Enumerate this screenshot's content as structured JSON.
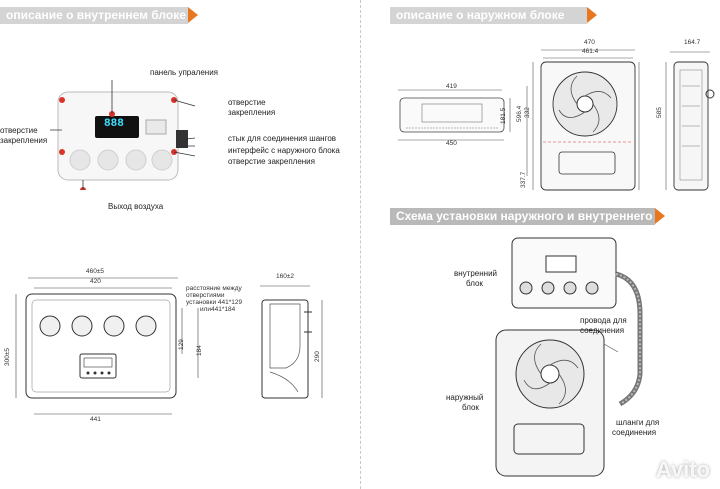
{
  "headers": {
    "indoor": "описание о внутреннем блоке",
    "outdoor": "описание о наружном блоке",
    "install": "Схема установки наружного и внутреннего блоков"
  },
  "indoor_callouts": {
    "panel": "панель упраления",
    "hole_right_1": "отверстие",
    "hole_right_2": "закрепления",
    "hole_left_1": "отверстие",
    "hole_left_2": "закрепления",
    "hose_joint": "стык для соединения шангов",
    "interface": "интерфейс с наружного блока",
    "fix_hole": "отверстие закрепления",
    "air_out": "Выход воздуха"
  },
  "outdoor_dims": {
    "top_w": "419",
    "top_d": "450",
    "front_w1": "470",
    "front_w2": "461.4",
    "front_h1": "596.4",
    "front_h2": "332",
    "front_h3": "181.5",
    "front_h4": "337.7",
    "side_w": "164.7",
    "side_h": "585"
  },
  "indoor_dims": {
    "w_total": "460±5",
    "w_inner": "420",
    "w_bottom": "441",
    "h_left": "300±5",
    "h_129": "129",
    "h_184": "184",
    "h_290": "290",
    "side_w": "160±2",
    "note_1": "расстояние между",
    "note_2": "отверстиями",
    "note_3": "установки 441*129",
    "note_4": "или441*184"
  },
  "install_labels": {
    "indoor_1": "внутренний",
    "indoor_2": "блок",
    "outdoor_1": "наружный",
    "outdoor_2": "блок",
    "wires_1": "провода для",
    "wires_2": "соединения",
    "hoses_1": "шланги для",
    "hoses_2": "соединения"
  },
  "display": {
    "readout": "888"
  },
  "watermark": "Avito",
  "colors": {
    "accent": "#e87722",
    "header_bg": "#d4d4d4",
    "callout_red": "#d9342b"
  }
}
